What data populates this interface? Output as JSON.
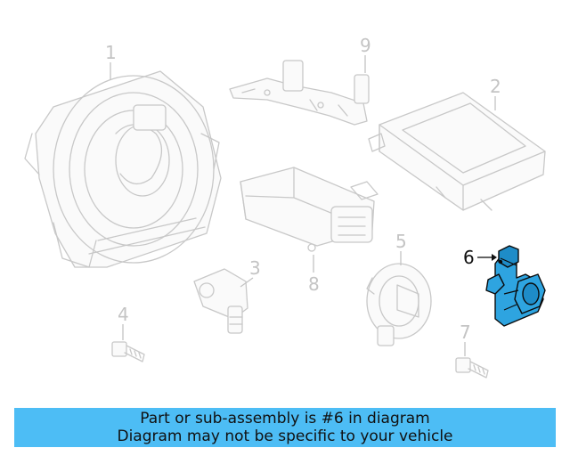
{
  "diagram": {
    "highlighted_part": "6",
    "highlight_color": "#2ea4e0",
    "callouts": [
      {
        "id": "1",
        "label": "1",
        "highlighted": false
      },
      {
        "id": "2",
        "label": "2",
        "highlighted": false
      },
      {
        "id": "3",
        "label": "3",
        "highlighted": false
      },
      {
        "id": "4",
        "label": "4",
        "highlighted": false
      },
      {
        "id": "5",
        "label": "5",
        "highlighted": false
      },
      {
        "id": "6",
        "label": "6",
        "highlighted": true
      },
      {
        "id": "7",
        "label": "7",
        "highlighted": false
      },
      {
        "id": "8",
        "label": "8",
        "highlighted": false
      },
      {
        "id": "9",
        "label": "9",
        "highlighted": false
      }
    ]
  },
  "banner": {
    "line1": "Part or sub-assembly is #6 in diagram",
    "line2": "Diagram may not be specific to your vehicle",
    "background_color": "#4dbdf5"
  }
}
